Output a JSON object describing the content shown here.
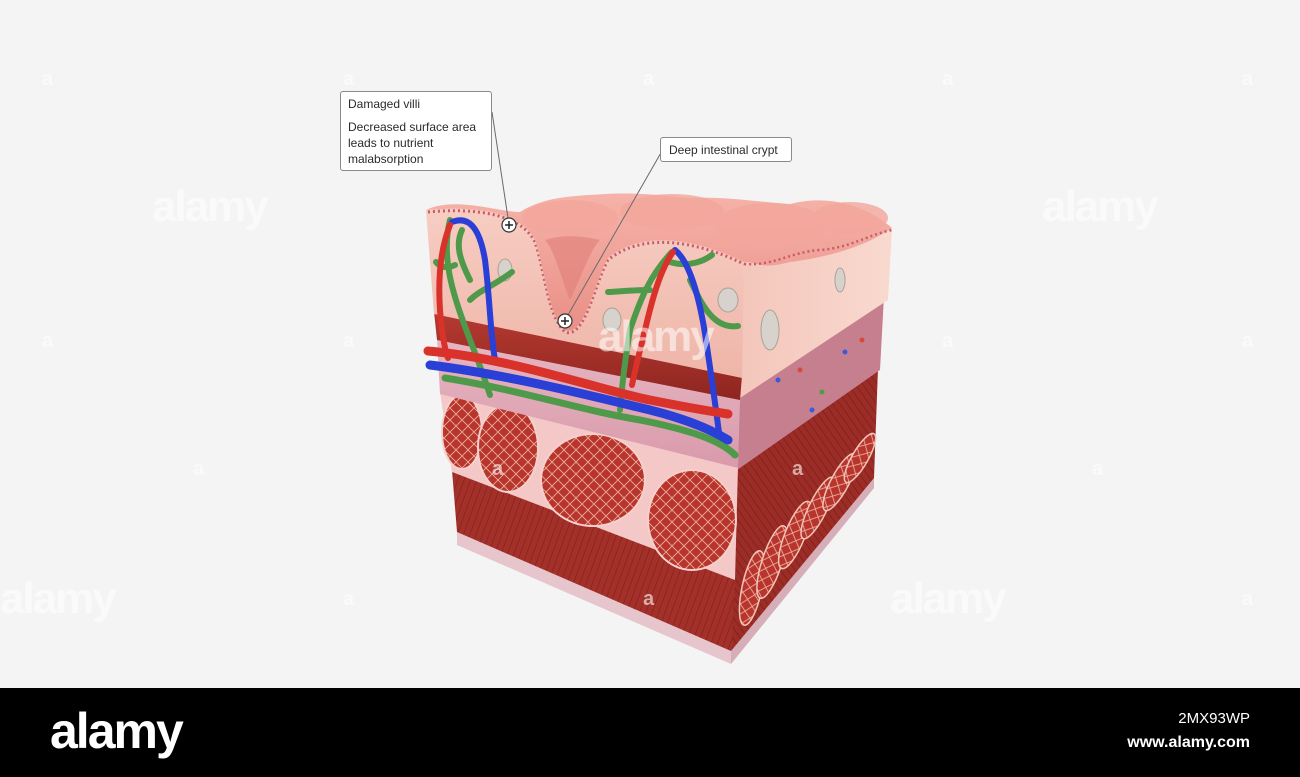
{
  "labels": {
    "villi": {
      "title": "Damaged villi",
      "description": "Decreased surface area leads to nutrient malabsorption"
    },
    "crypt": {
      "title": "Deep intestinal crypt"
    }
  },
  "watermark": {
    "brand": "alamy",
    "letter": "a"
  },
  "footer": {
    "logo": "alamy",
    "image_id": "2MX93WP",
    "url": "www.alamy.com"
  },
  "colors": {
    "artery": "#d9322b",
    "vein": "#2a3fd6",
    "lymph": "#4f9a4a",
    "mucosa": "#f2b7ad",
    "muscle": "#a8302a",
    "background": "#f4f4f4",
    "footer_bg": "#000000"
  },
  "icons": [
    "plus-marker-icon"
  ]
}
